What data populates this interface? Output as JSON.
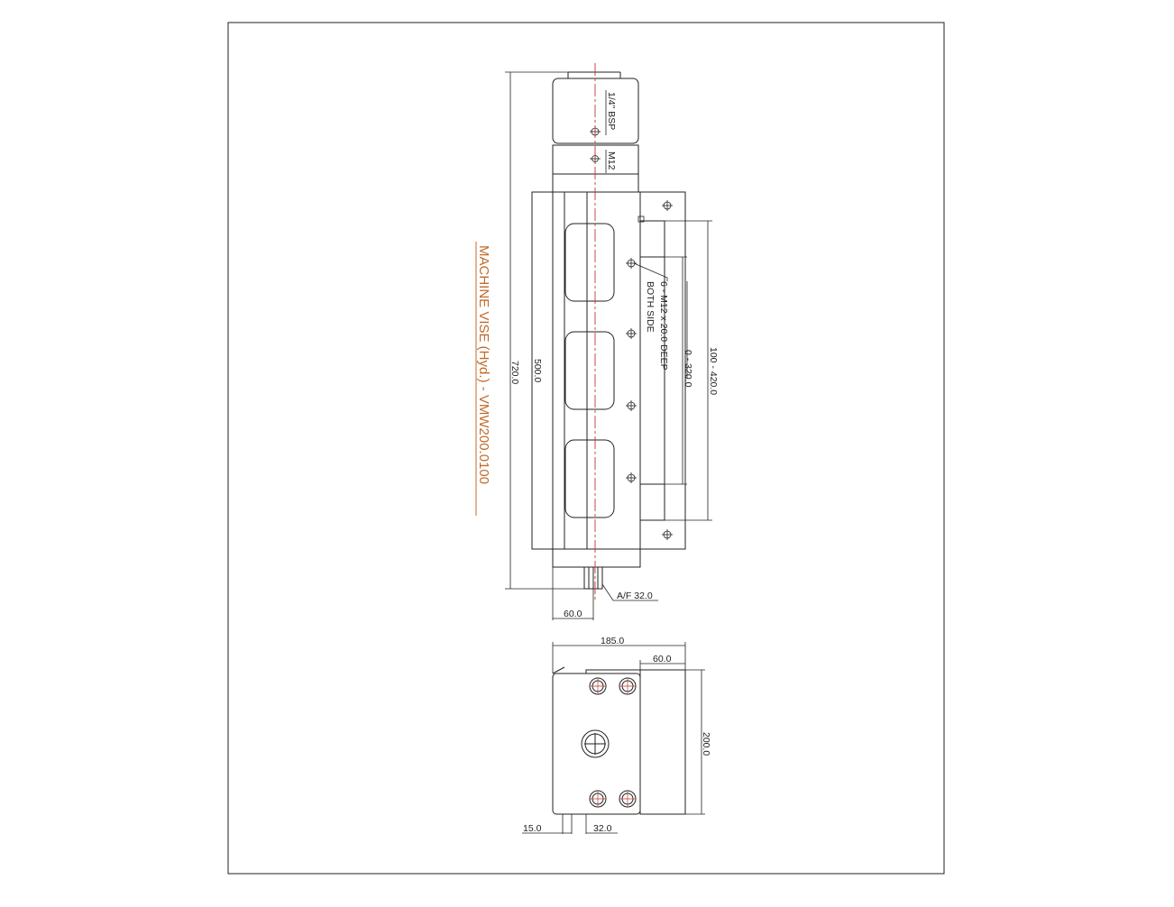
{
  "title": "MACHINE VISE (Hyd.) - VMW200.0100",
  "colors": {
    "line": "#222222",
    "centerline": "#c0392b",
    "title": "#c06a2a",
    "background": "#ffffff"
  },
  "labels": {
    "port": "1/4\" BSP",
    "port_thread": "M12",
    "holes_note_1": "6 - M12 x 20.0 DEEP",
    "holes_note_2": "BOTH SIDE",
    "total_length": "720.0",
    "body_length": "500.0",
    "stroke": "0 - 320.0",
    "opening": "100 - 420.0",
    "af": "A/F 32.0",
    "bottom_offset": "60.0",
    "width": "185.0",
    "jaw_width": "60.0",
    "height": "200.0",
    "left_offset": "15.0",
    "bore_offset": "32.0"
  }
}
